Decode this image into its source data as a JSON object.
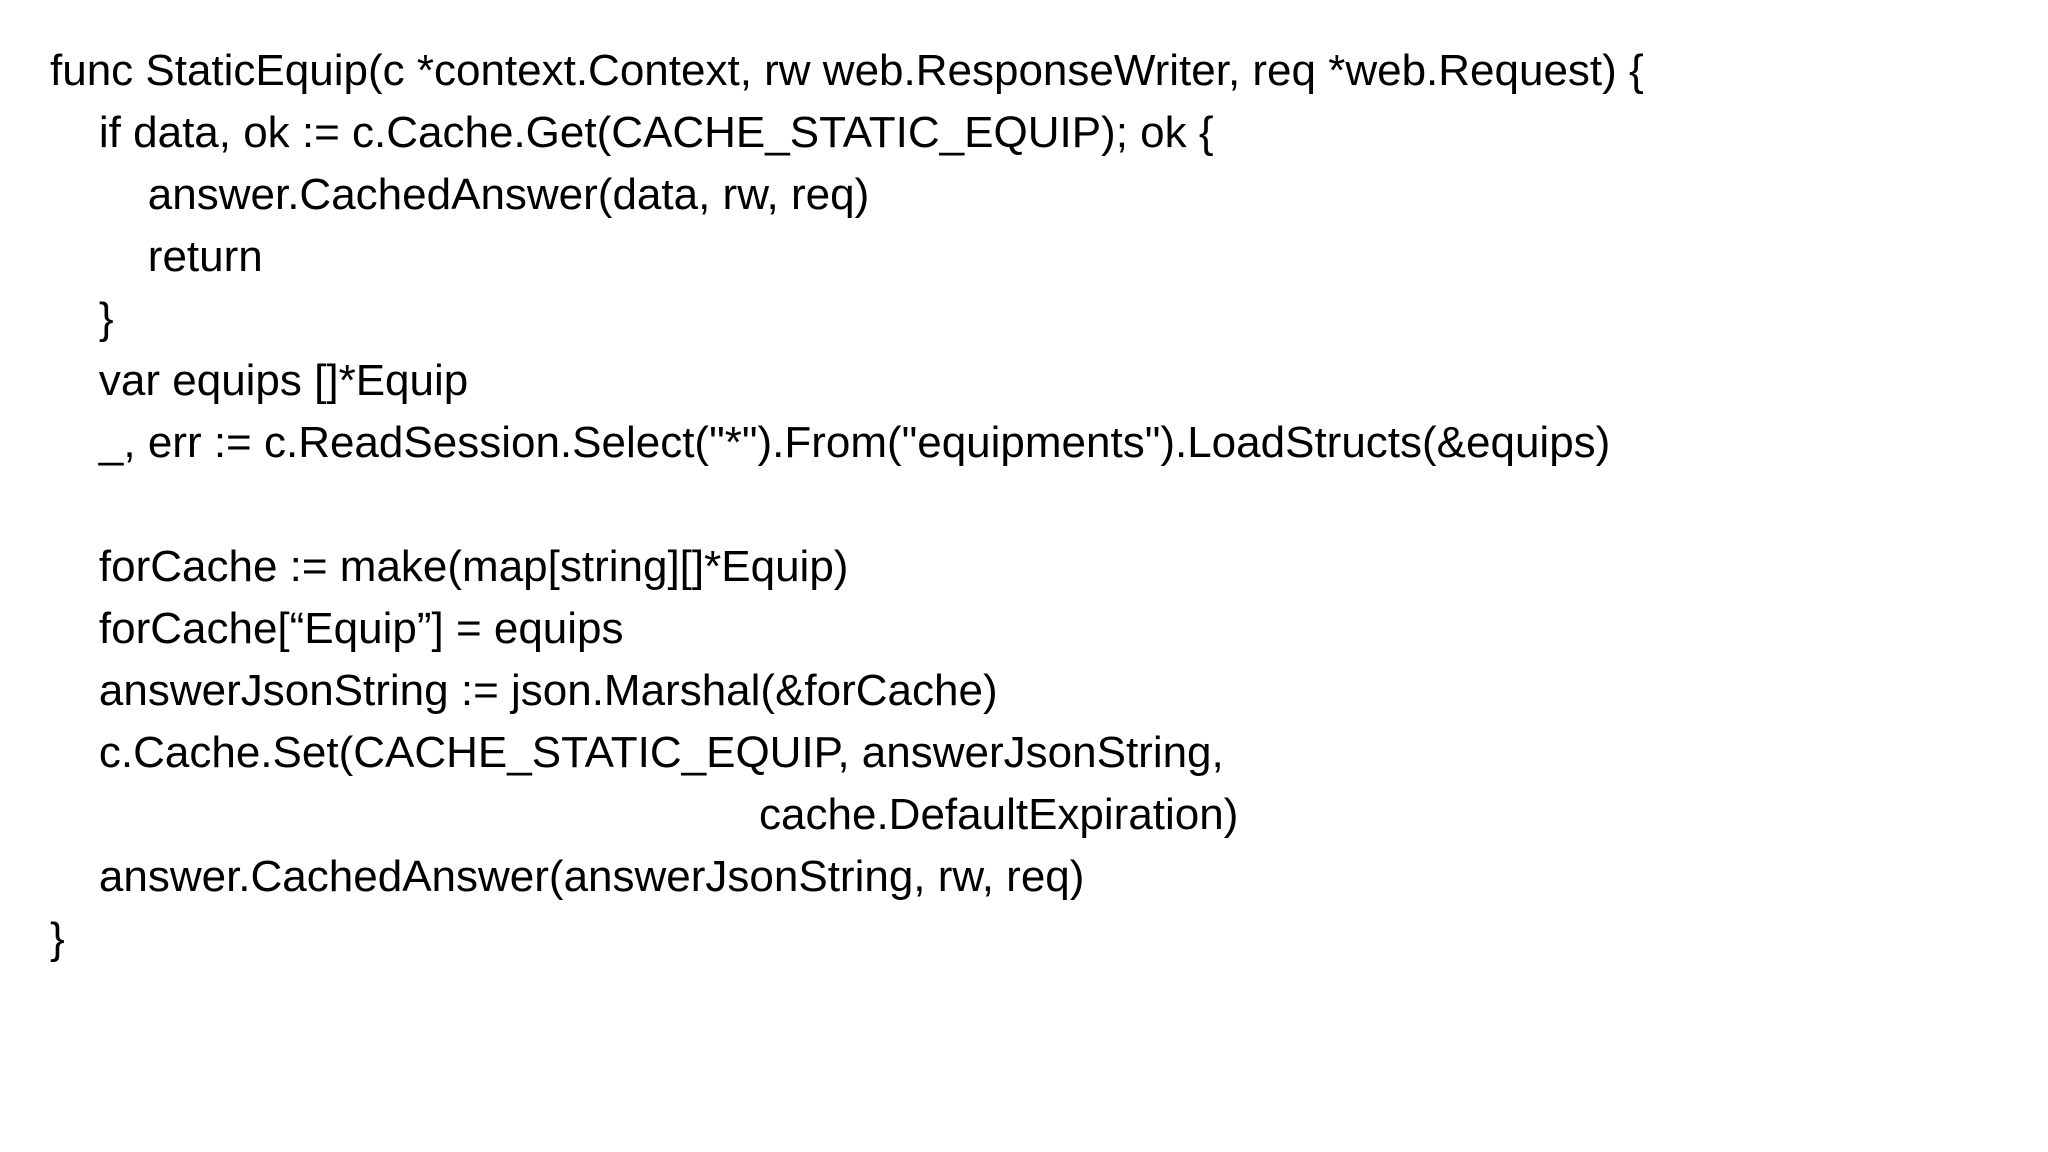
{
  "page": {
    "background_color": "#ffffff",
    "text_color": "#000000"
  },
  "code": {
    "language": "go",
    "function_name": "StaticEquip",
    "lines": [
      "func StaticEquip(c *context.Context, rw web.ResponseWriter, req *web.Request) {",
      "    if data, ok := c.Cache.Get(CACHE_STATIC_EQUIP); ok {",
      "        answer.CachedAnswer(data, rw, req)",
      "        return",
      "    }",
      "    var equips []*Equip",
      "    _, err := c.ReadSession.Select(\"*\").From(\"equipments\").LoadStructs(&equips)",
      "",
      "    forCache := make(map[string][]*Equip)",
      "    forCache[“Equip”] = equips",
      "    answerJsonString := json.Marshal(&forCache)",
      "    c.Cache.Set(CACHE_STATIC_EQUIP, answerJsonString,",
      "                                                          cache.DefaultExpiration)",
      "    answer.CachedAnswer(answerJsonString, rw, req)",
      "}"
    ]
  }
}
